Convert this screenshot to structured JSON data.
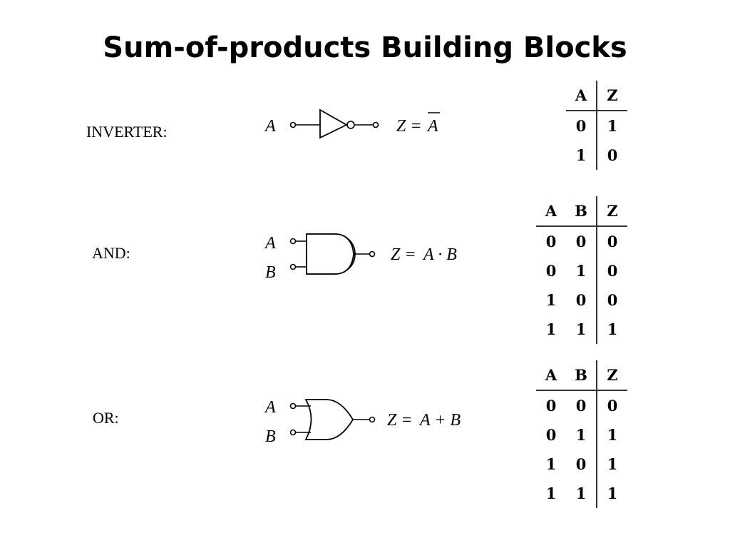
{
  "title": "Sum-of-products Building Blocks",
  "gates": [
    {
      "name": "inverter",
      "label": "INVERTER:",
      "inputs": [
        "A"
      ],
      "equation": {
        "lhs": "Z = ",
        "rhs": "A",
        "overbar": true
      },
      "truth_table": {
        "headers": [
          "A",
          "Z"
        ],
        "rows": [
          [
            "0",
            "1"
          ],
          [
            "1",
            "0"
          ]
        ]
      }
    },
    {
      "name": "and",
      "label": "AND:",
      "inputs": [
        "A",
        "B"
      ],
      "equation": {
        "lhs": "Z = ",
        "rhs": "A · B"
      },
      "truth_table": {
        "headers": [
          "A",
          "B",
          "Z"
        ],
        "rows": [
          [
            "0",
            "0",
            "0"
          ],
          [
            "0",
            "1",
            "0"
          ],
          [
            "1",
            "0",
            "0"
          ],
          [
            "1",
            "1",
            "1"
          ]
        ]
      }
    },
    {
      "name": "or",
      "label": "OR:",
      "inputs": [
        "A",
        "B"
      ],
      "equation": {
        "lhs": "Z = ",
        "rhs": "A + B"
      },
      "truth_table": {
        "headers": [
          "A",
          "B",
          "Z"
        ],
        "rows": [
          [
            "0",
            "0",
            "0"
          ],
          [
            "0",
            "1",
            "1"
          ],
          [
            "1",
            "0",
            "1"
          ],
          [
            "1",
            "1",
            "1"
          ]
        ]
      }
    }
  ]
}
